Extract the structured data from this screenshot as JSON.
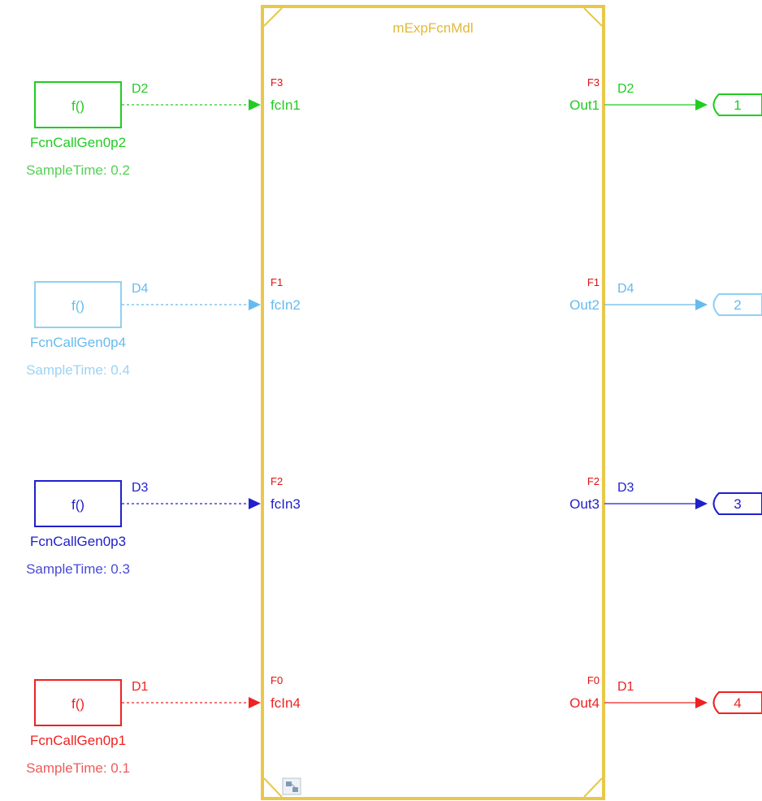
{
  "model": {
    "title": "mExpFcnMdl",
    "border_color": "#e8c84a",
    "inputs": [
      {
        "port": "fcIn1",
        "tag": "F3"
      },
      {
        "port": "fcIn2",
        "tag": "F1"
      },
      {
        "port": "fcIn3",
        "tag": "F2"
      },
      {
        "port": "fcIn4",
        "tag": "F0"
      }
    ],
    "outputs": [
      {
        "port": "Out1",
        "tag": "F3"
      },
      {
        "port": "Out2",
        "tag": "F1"
      },
      {
        "port": "Out3",
        "tag": "F2"
      },
      {
        "port": "Out4",
        "tag": "F0"
      }
    ],
    "badge_icon": "model-reference-icon"
  },
  "generators": [
    {
      "symbol": "f()",
      "name": "FcnCallGen0p2",
      "sample_time": "SampleTime: 0.2",
      "signal": "D2",
      "color": "#22cc22",
      "faded": false
    },
    {
      "symbol": "f()",
      "name": "FcnCallGen0p4",
      "sample_time": "SampleTime: 0.4",
      "signal": "D4",
      "color": "#66bbee",
      "faded": true
    },
    {
      "symbol": "f()",
      "name": "FcnCallGen0p3",
      "sample_time": "SampleTime: 0.3",
      "signal": "D3",
      "color": "#2020cc",
      "faded": false
    },
    {
      "symbol": "f()",
      "name": "FcnCallGen0p1",
      "sample_time": "SampleTime: 0.1",
      "signal": "D1",
      "color": "#ee2222",
      "faded": false
    }
  ],
  "outports": [
    {
      "number": "1",
      "signal": "D2",
      "color": "#22cc22"
    },
    {
      "number": "2",
      "signal": "D4",
      "color": "#66bbee"
    },
    {
      "number": "3",
      "signal": "D3",
      "color": "#2020cc"
    },
    {
      "number": "4",
      "signal": "D1",
      "color": "#ee2222"
    }
  ],
  "tag_color": "#dd1111"
}
